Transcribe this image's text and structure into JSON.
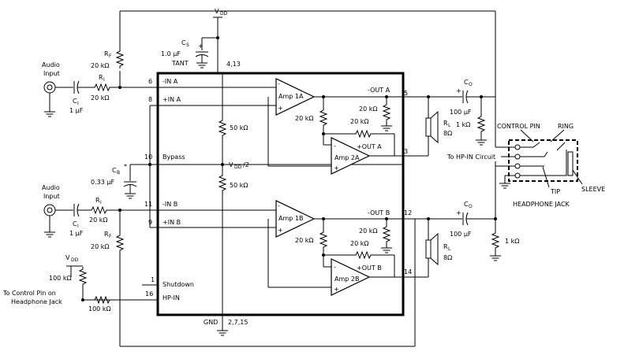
{
  "pins": {
    "p6": "6",
    "p8": "8",
    "p10": "10",
    "p11": "11",
    "p9": "9",
    "p1": "1",
    "p16": "16",
    "p5": "5",
    "p3": "3",
    "p12": "12",
    "p14": "14",
    "p_vdd": "4,13",
    "p_gnd": "2,7,15"
  },
  "signals": {
    "in_a_neg": "-IN A",
    "in_a_pos": "+IN A",
    "bypass": "Bypass",
    "in_b_neg": "-IN B",
    "in_b_pos": "+IN B",
    "shutdown": "Shutdown",
    "hp_in": "HP-IN",
    "out_a_neg": "-OUT A",
    "out_a_pos": "+OUT A",
    "out_b_neg": "-OUT B",
    "out_b_pos": "+OUT B",
    "vdd": "V",
    "vdd_sub": "DD",
    "vdd_half": "V",
    "vdd_half_sub": "DD",
    "vdd_half_suffix": "/2",
    "gnd": "GND"
  },
  "amps": {
    "a1": "Amp 1A",
    "a2": "Amp 2A",
    "b1": "Amp 1B",
    "b2": "Amp 2B"
  },
  "components": {
    "audio_input": "Audio",
    "audio_input_line2": "Input",
    "ci": "C",
    "ci_sub": "I",
    "ci_val": "1 µF",
    "ri": "R",
    "ri_sub": "I",
    "ri_val": "20 kΩ",
    "rf": "R",
    "rf_sub": "F",
    "rf_val": "20 kΩ",
    "cs": "C",
    "cs_sub": "S",
    "cs_val": "1.0 µF",
    "cs_type": "TANT",
    "cb": "C",
    "cb_sub": "B",
    "cb_val": "0.33 µF",
    "r50": "50 kΩ",
    "r20": "20 kΩ",
    "co": "C",
    "co_sub": "O",
    "co_val": "100 µF",
    "rl": "R",
    "rl_sub": "L",
    "rl_val": "8Ω",
    "r1k": "1 kΩ",
    "r100k": "100 kΩ",
    "plus": "+",
    "minus": "-",
    "star": "*"
  },
  "headphone": {
    "control_pin": "CONTROL PIN",
    "ring": "RING",
    "hp_in_circuit": "To HP-IN Circuit",
    "tip": "TIP",
    "sleeve": "SLEEVE",
    "jack": "HEADPHONE JACK",
    "ctrl_line1": "To Control Pin on",
    "ctrl_line2": "Headphone Jack"
  }
}
